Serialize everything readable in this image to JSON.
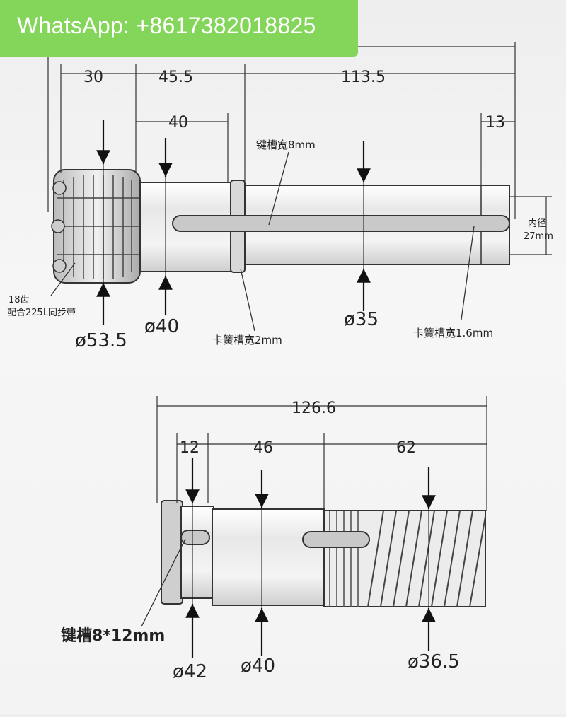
{
  "banner": {
    "text": "WhatsApp: +8617382018825",
    "color": "#84d65a"
  },
  "top_part": {
    "dims": {
      "d30": "30",
      "d45_5": "45.5",
      "d113_5": "113.5",
      "d40": "40",
      "d13": "13"
    },
    "labels": {
      "keyway_width": "键槽宽8mm",
      "teeth_line1": "18齿",
      "teeth_line2": "配合225L同步带",
      "inner_dia_line1": "内径",
      "inner_dia_line2": "27mm",
      "circlip_groove_2mm": "卡簧槽宽2mm",
      "circlip_groove_1_6mm": "卡簧槽宽1.6mm"
    },
    "diameters": {
      "d53_5": "ø53.5",
      "d40": "ø40",
      "d35": "ø35"
    }
  },
  "bottom_part": {
    "dims": {
      "total": "126.6",
      "d12": "12",
      "d46": "46",
      "d62": "62"
    },
    "labels": {
      "keyway": "键槽8*12mm"
    },
    "diameters": {
      "d42": "ø42",
      "d40": "ø40",
      "d36_5": "ø36.5"
    }
  }
}
